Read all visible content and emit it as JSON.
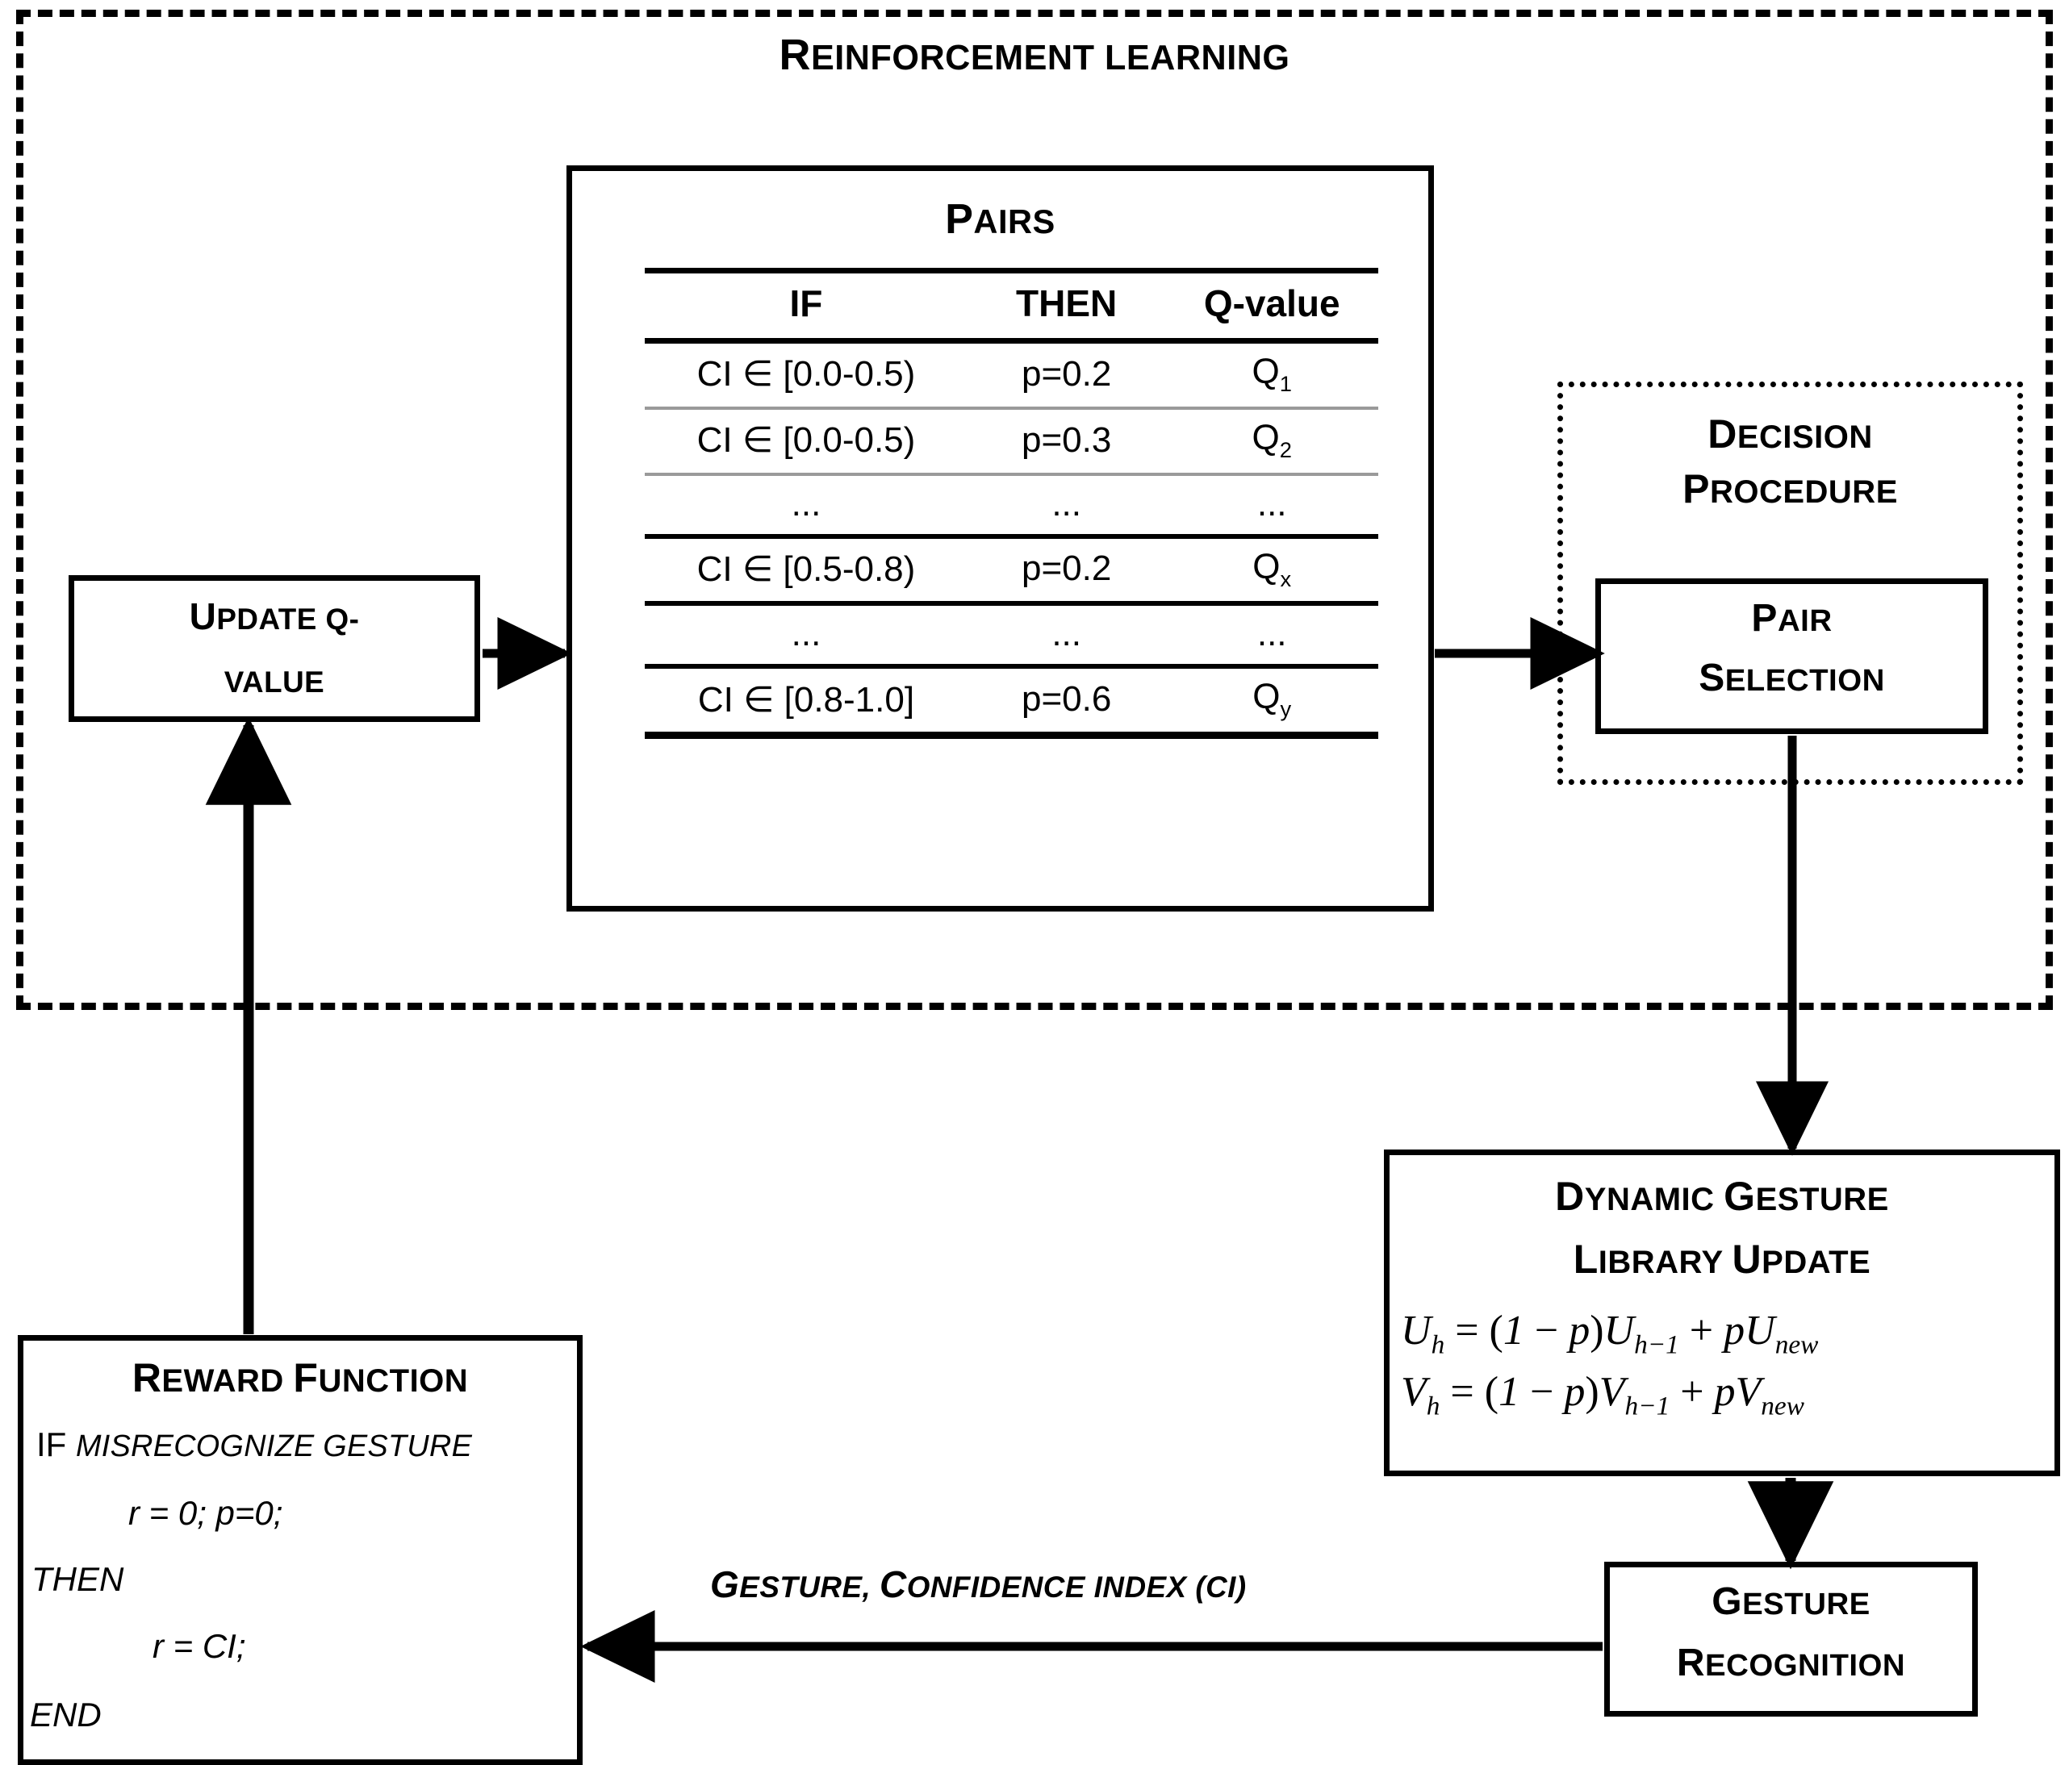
{
  "diagram": {
    "title": "Reinforcement learning",
    "pairs": {
      "title": "Pairs",
      "columns": [
        "IF",
        "THEN",
        "Q-value"
      ],
      "rows": [
        {
          "if": "CI ∈ [0.0-0.5)",
          "then": "p=0.2",
          "q": "Q",
          "qsub": "1"
        },
        {
          "if": "CI ∈ [0.0-0.5)",
          "then": "p=0.3",
          "q": "Q",
          "qsub": "2"
        },
        {
          "if": "...",
          "then": "...",
          "q": "...",
          "qsub": ""
        },
        {
          "if": "CI ∈ [0.5-0.8)",
          "then": "p=0.2",
          "q": "Q",
          "qsub": "x"
        },
        {
          "if": "...",
          "then": "...",
          "q": "...",
          "qsub": ""
        },
        {
          "if": "CI ∈ [0.8-1.0]",
          "then": "p=0.6",
          "q": "Q",
          "qsub": "y"
        }
      ]
    },
    "update_q": {
      "line1_cap": "U",
      "line1_rest": "PDATE Q-",
      "line2_cap": "",
      "line2_rest": "VALUE"
    },
    "decision": {
      "line1_cap": "D",
      "line1_rest": "ECISION",
      "line2_cap": "P",
      "line2_rest": "ROCEDURE",
      "pair_selection": {
        "line1_cap": "P",
        "line1_rest": "AIR",
        "line2_cap": "S",
        "line2_rest": "ELECTION"
      }
    },
    "dynamic_update": {
      "line1_cap1": "D",
      "line1_rest1": "YNAMIC ",
      "line1_cap2": "G",
      "line1_rest2": "ESTURE",
      "line2_cap1": "L",
      "line2_rest1": "IBRARY ",
      "line2_cap2": "U",
      "line2_rest2": "PDATE",
      "formula1": "U_h = (1 − p)U_{h−1} + pU_{new}",
      "formula2": "V_h = (1 − p)V_{h−1} + pV_{new}"
    },
    "gesture_recognition": {
      "line1_cap": "G",
      "line1_rest": "ESTURE",
      "line2_cap": "R",
      "line2_rest": "ECOGNITION"
    },
    "reward_function": {
      "title_cap1": "R",
      "title_rest1": "EWARD ",
      "title_cap2": "F",
      "title_rest2": "UNCTION",
      "line_if_kw": "IF ",
      "line_if_cond": "misrecognize gesture",
      "line_r0": "r = 0; p=0;",
      "line_then": "THEN",
      "line_rci": "r = CI;",
      "line_end": "END"
    },
    "arrow_label": {
      "cap1": "G",
      "rest1": "ESTURE, ",
      "cap2": "C",
      "rest2": "ONFIDENCE INDEX (CI)"
    },
    "colors": {
      "stroke": "#000000",
      "background": "#ffffff",
      "table_rule_light": "#9a9a9a"
    }
  }
}
